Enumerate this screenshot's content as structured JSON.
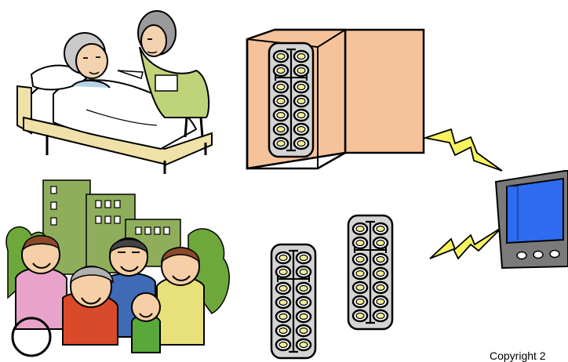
{
  "copyright": "Copyright 2",
  "icons": {
    "bedside_care": "bedside-care-illustration",
    "community": "community-group-illustration",
    "pill_cabinet": "smart-pill-cabinet",
    "blister_packs": "blister-pill-packs",
    "signal": "wireless-signal-bolt",
    "device": "handheld-terminal"
  },
  "colors": {
    "cabinet": "#f5c29a",
    "blister": "#d4d4d4",
    "pill": "#f4ee9a",
    "bolt": "#f7f35e",
    "device_screen": "#2d6bf0",
    "device_body": "#7a7a7a",
    "building": "#8fae5c",
    "tree": "#6ea83a"
  }
}
